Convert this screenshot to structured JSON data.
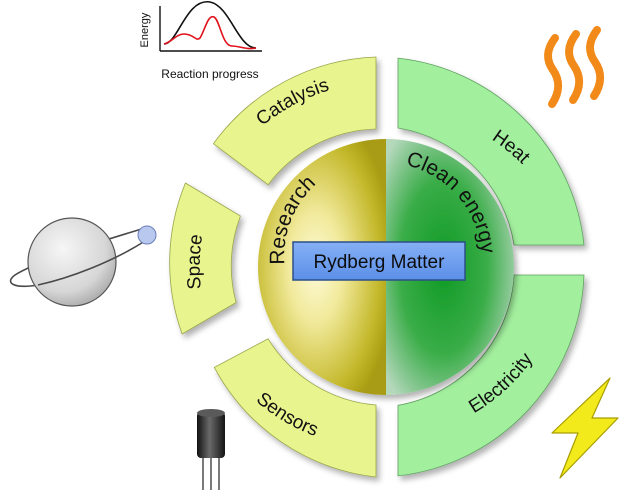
{
  "center": {
    "label": "Rydberg Matter"
  },
  "hemispheres": {
    "left": {
      "label": "Research"
    },
    "right": {
      "label": "Clean energy"
    }
  },
  "segments": {
    "catalysis": {
      "label": "Catalysis"
    },
    "space": {
      "label": "Space"
    },
    "sensors": {
      "label": "Sensors"
    },
    "heat": {
      "label": "Heat"
    },
    "electricity": {
      "label": "Electricity"
    }
  },
  "energy_plot": {
    "ylabel": "Energy",
    "xlabel": "Reaction progress"
  },
  "colors": {
    "research_segment": "#e8f58e",
    "energy_segment": "#a2f09e",
    "research_core": "#b8ab16",
    "energy_core": "#1f9e2e",
    "center_box": "#6b9cf0",
    "heat_waves": "#f28a1a",
    "lightning": "#f2ea1a"
  },
  "icons": [
    "energy-profile-plot-icon",
    "heat-waves-icon",
    "planet-with-orbit-icon",
    "lightning-bolt-icon",
    "electronic-component-icon"
  ]
}
